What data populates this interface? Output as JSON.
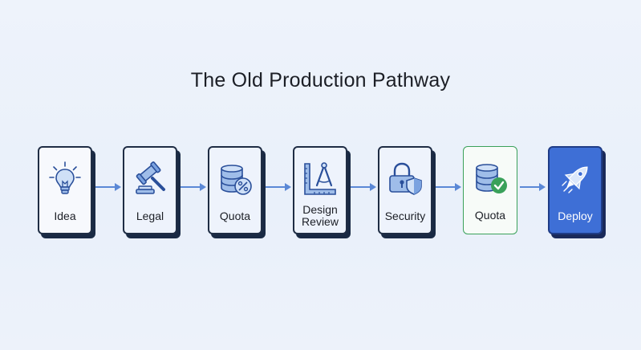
{
  "title": "The Old Production Pathway",
  "steps": [
    {
      "label": "Idea",
      "icon": "lightbulb-icon"
    },
    {
      "label": "Legal",
      "icon": "gavel-icon"
    },
    {
      "label": "Quota",
      "icon": "database-percent-icon"
    },
    {
      "label": "Design\nReview",
      "label_line1": "Design",
      "label_line2": "Review",
      "icon": "ruler-compass-icon"
    },
    {
      "label": "Security",
      "icon": "lock-shield-icon"
    },
    {
      "label": "Quota",
      "icon": "database-check-icon",
      "status_color": "#3aa15a"
    },
    {
      "label": "Deploy",
      "icon": "rocket-icon",
      "accent_color": "#3e6fd6"
    }
  ],
  "colors": {
    "arrow": "#5b88d6",
    "icon_stroke": "#2a4f9a",
    "icon_fill": "#9fbde9",
    "approved": "#3aa15a",
    "deploy": "#3e6fd6"
  }
}
